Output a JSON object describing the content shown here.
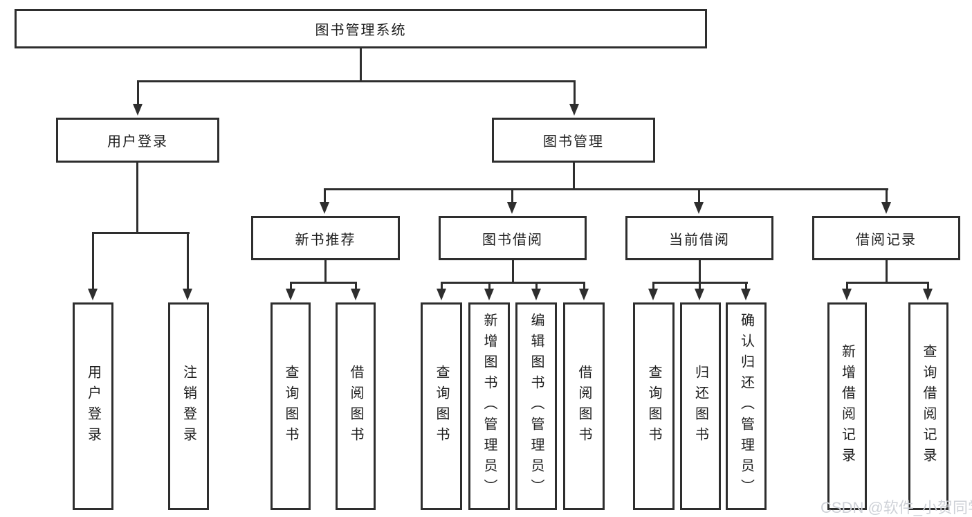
{
  "tree": {
    "root": {
      "label": "图书管理系统"
    },
    "branches": [
      {
        "label": "用户登录",
        "children": [
          {
            "label": "用户登录"
          },
          {
            "label": "注销登录"
          }
        ]
      },
      {
        "label": "图书管理",
        "children": [
          {
            "label": "新书推荐",
            "children": [
              {
                "label": "查询图书"
              },
              {
                "label": "借阅图书"
              }
            ]
          },
          {
            "label": "图书借阅",
            "children": [
              {
                "label": "查询图书"
              },
              {
                "label": "新增图书（管理员）"
              },
              {
                "label": "编辑图书（管理员）"
              },
              {
                "label": "借阅图书"
              }
            ]
          },
          {
            "label": "当前借阅",
            "children": [
              {
                "label": "查询图书"
              },
              {
                "label": "归还图书"
              },
              {
                "label": "确认归还（管理员）"
              }
            ]
          },
          {
            "label": "借阅记录",
            "children": [
              {
                "label": "新增借阅记录"
              },
              {
                "label": "查询借阅记录"
              }
            ]
          }
        ]
      }
    ]
  },
  "watermark": {
    "text": "CSDN @软件_小贺同学"
  },
  "colors": {
    "line": "#2e2e2e",
    "text": "#1d1d1d",
    "box_background": "#ffffff",
    "page_background": "#ffffff",
    "watermark": "#ced1d7"
  }
}
